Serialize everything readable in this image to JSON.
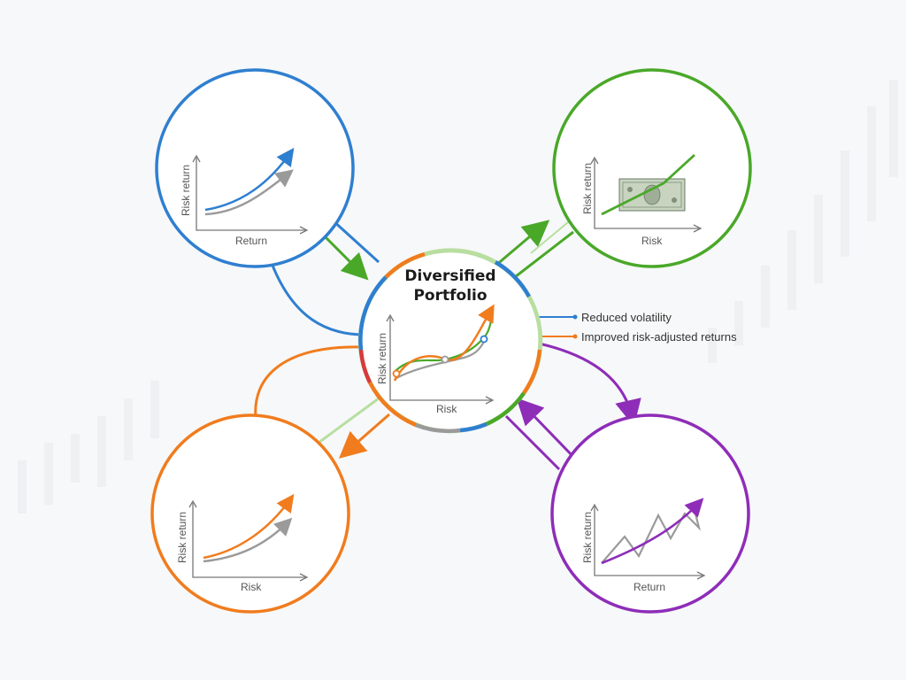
{
  "center": {
    "title_line1": "Diversified",
    "title_line2": "Portfolio",
    "ylabel": "Risk return",
    "xlabel": "Risk"
  },
  "legend": [
    {
      "label": "Reduced volatility",
      "color": "#2f7fd0"
    },
    {
      "label": "Improved risk-adjusted returns",
      "color": "#f07c1e"
    }
  ],
  "nodes": {
    "equities": {
      "title": "Equities",
      "ylabel": "Risk return",
      "xlabel": "Return",
      "color": "#2f7fd0",
      "icon": "bar-chart-growth-icon"
    },
    "fixed_income": {
      "title": "Fixed Income",
      "ylabel": "Risk return",
      "xlabel": "Risk",
      "color": "#4aa829",
      "icon": "dollar-bill-icon"
    },
    "real_estate": {
      "title": "Real Estate",
      "ylabel": "Risk return",
      "xlabel": "Risk",
      "color": "#f07c1e",
      "icon": "building-icon"
    },
    "alternatives": {
      "title": "Alternatives",
      "ylabel": "Risk return",
      "xlabel": "Return",
      "color": "#8e2db8",
      "icon": "puzzle-icon"
    }
  },
  "colors": {
    "blue": "#2f7fd0",
    "green": "#4aa829",
    "orange": "#f07c1e",
    "purple": "#8e2db8",
    "gray": "#9a9a9a",
    "light_green": "#b8dea0"
  }
}
